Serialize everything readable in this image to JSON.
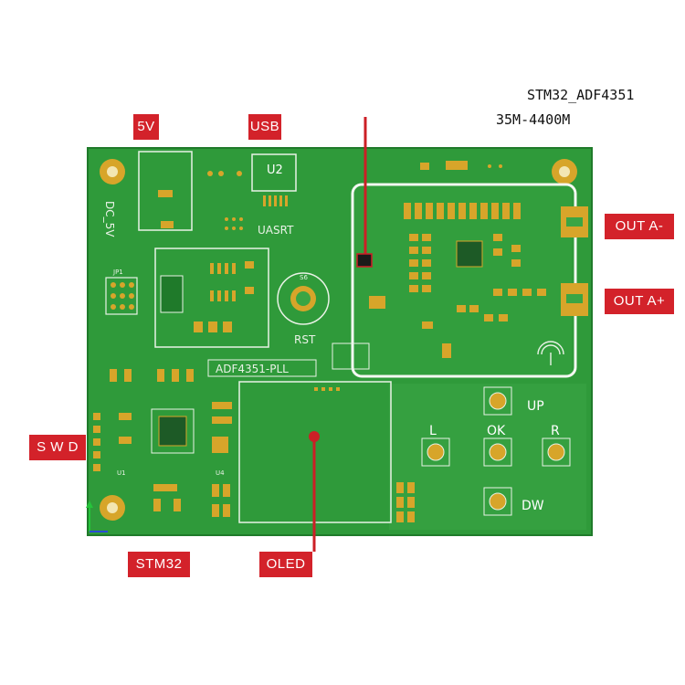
{
  "header": {
    "board_name": "STM32_ADF4351",
    "freq_range": "35M-4400M"
  },
  "callouts": {
    "power": "5V",
    "usb": "USB",
    "out_a_minus": "OUT A-",
    "out_a_plus": "OUT A+",
    "swd": "S W D",
    "stm32": "STM32",
    "oled": "OLED"
  },
  "silkscreen": {
    "dc_in": "DC_5V",
    "u2": "U2",
    "uart": "UASRT",
    "rst": "RST",
    "pll": "ADF4351-PLL",
    "btn_up": "UP",
    "btn_left": "L",
    "btn_ok": "OK",
    "btn_right": "R",
    "btn_down": "DW",
    "jp1": "JP1",
    "s6": "S6",
    "u4": "U4",
    "u1": "U1"
  },
  "colors": {
    "board": "#2f9a3a",
    "board_dark": "#1f7a2a",
    "trace": "#47b34f",
    "silk": "#e9f2e6",
    "copper": "#d7a52a",
    "callout": "#d3222a",
    "pointer": "#cc1f26"
  }
}
